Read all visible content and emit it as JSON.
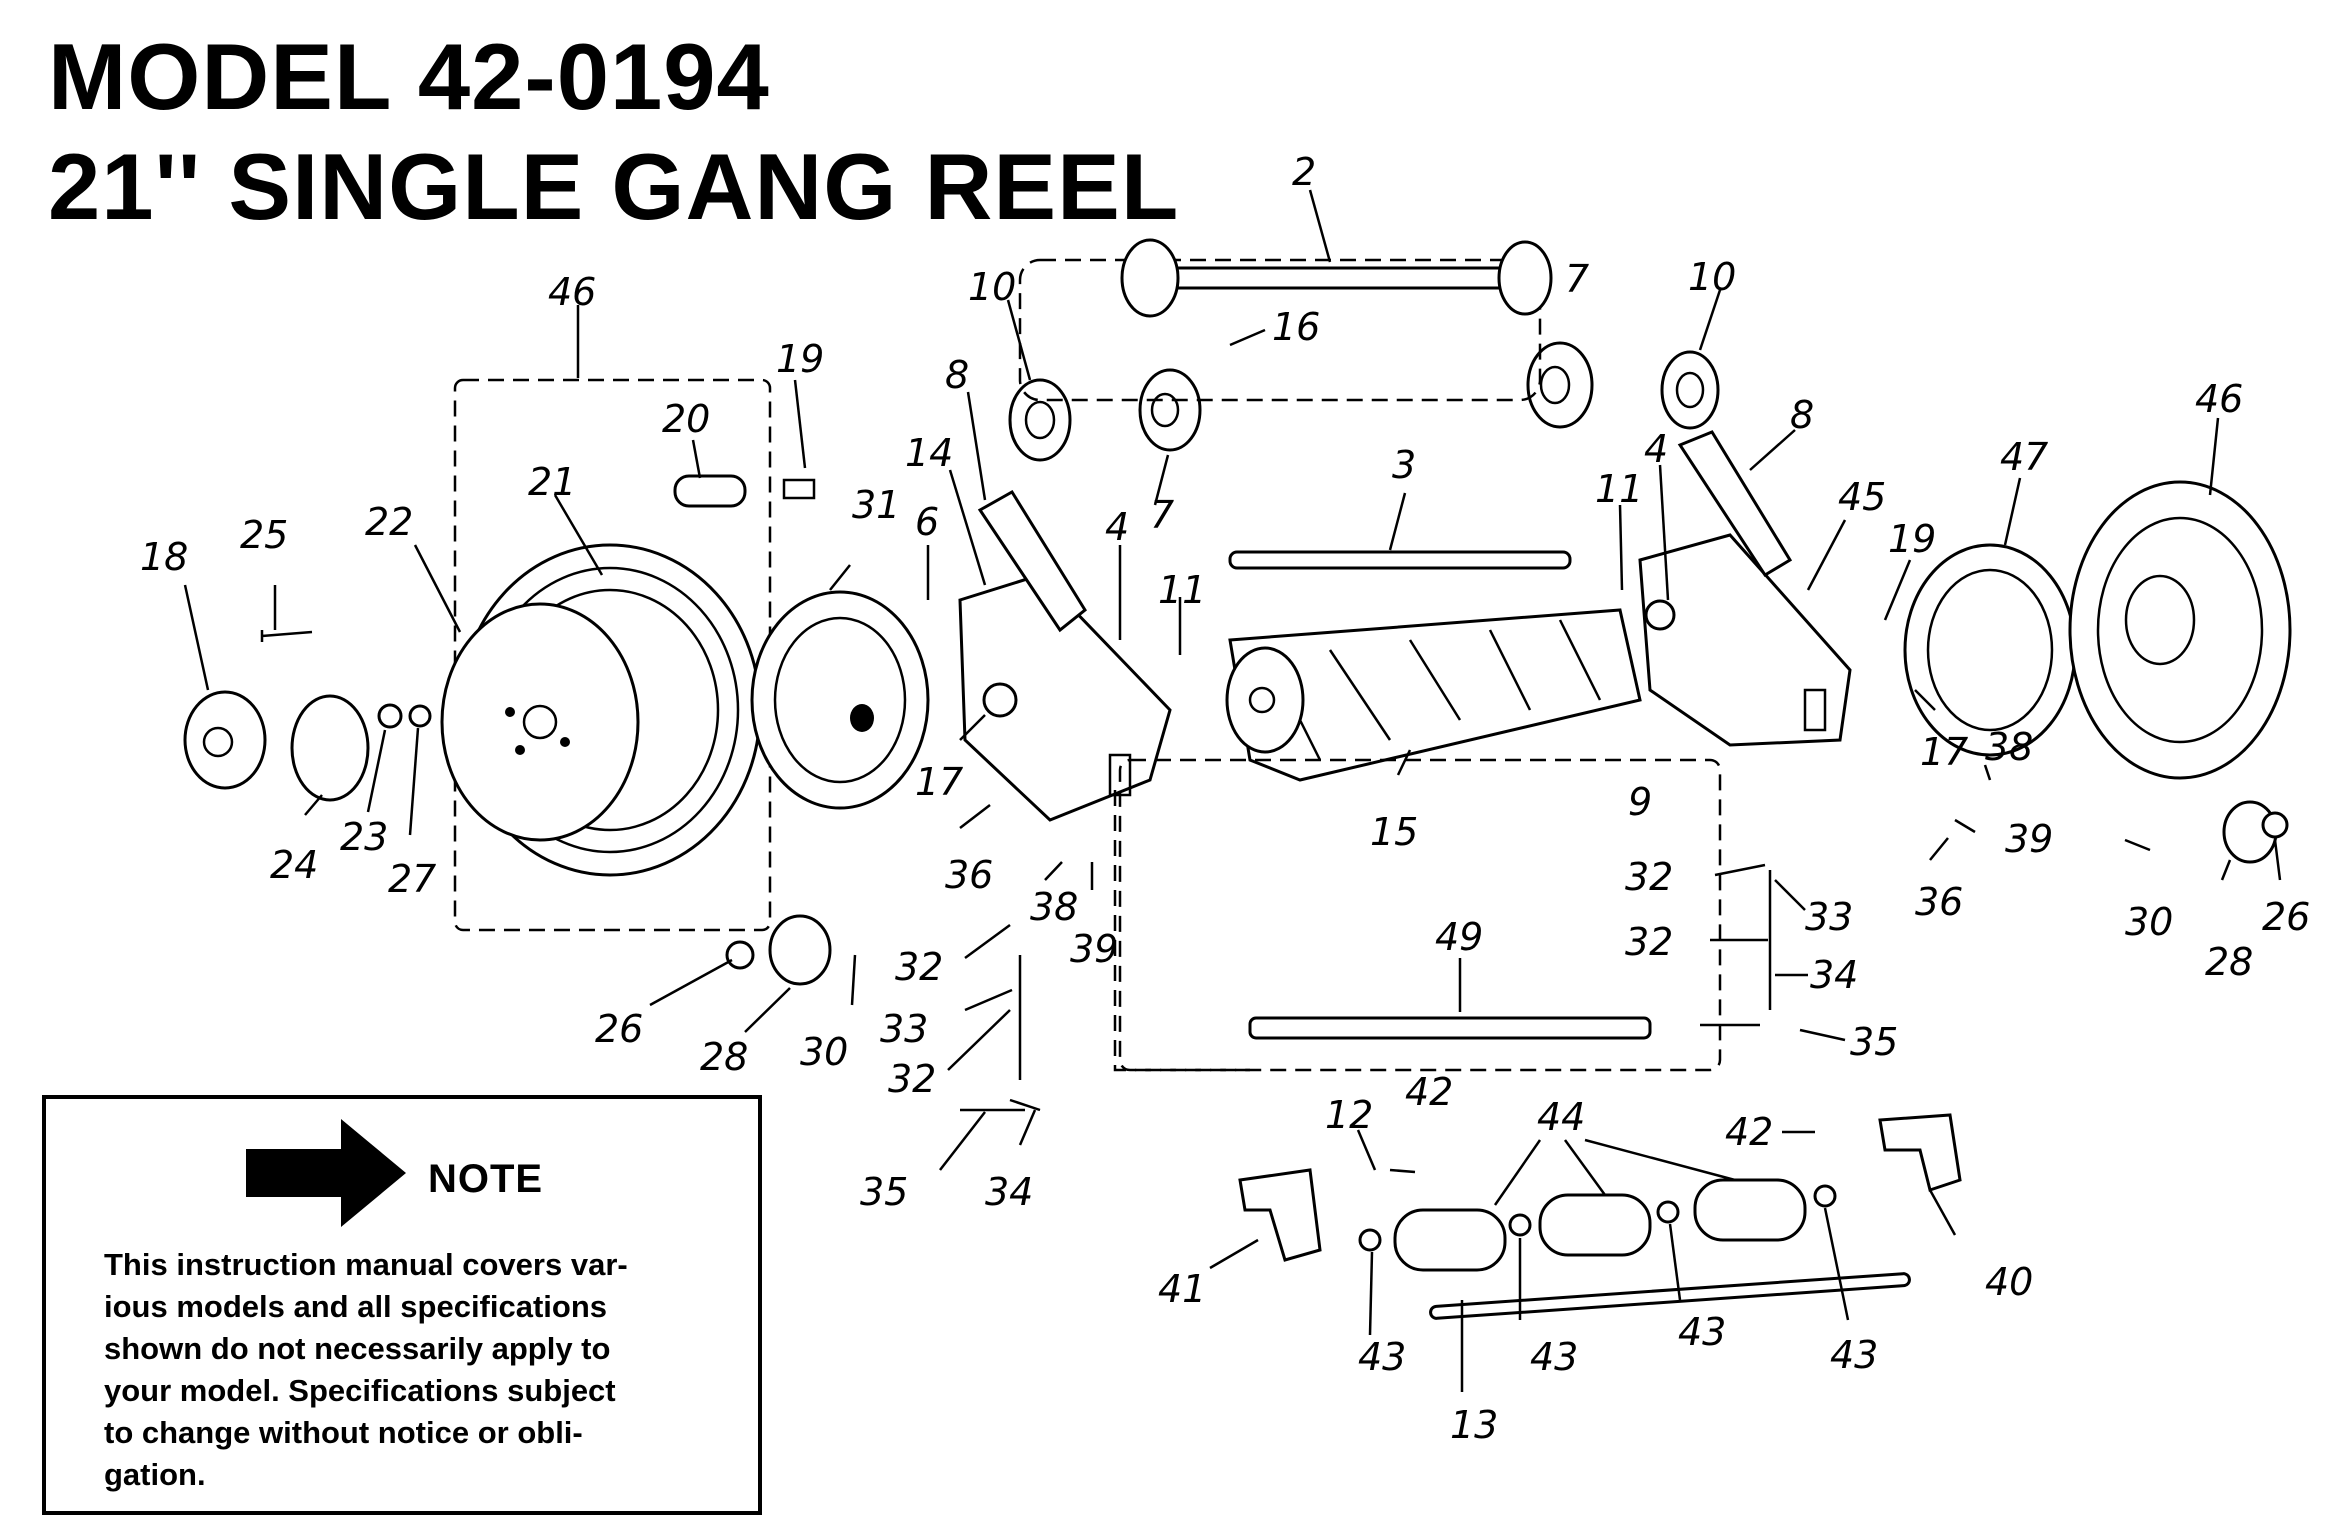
{
  "title": {
    "line1": "MODEL 42-0194",
    "line2": "21'' SINGLE GANG REEL"
  },
  "note": {
    "label": "NOTE",
    "lines": [
      "This instruction manual covers var-",
      "ious models and all specifications",
      "shown do not necessarily apply to",
      "your model. Specifications subject",
      "to change without notice or obli-",
      "gation."
    ]
  },
  "callouts": [
    "2",
    "3",
    "4",
    "4",
    "6",
    "7",
    "7",
    "8",
    "8",
    "9",
    "10",
    "10",
    "11",
    "11",
    "12",
    "13",
    "14",
    "15",
    "16",
    "17",
    "17",
    "18",
    "19",
    "19",
    "20",
    "21",
    "22",
    "23",
    "24",
    "25",
    "26",
    "26",
    "27",
    "28",
    "28",
    "30",
    "30",
    "31",
    "32",
    "32",
    "32",
    "32",
    "33",
    "33",
    "34",
    "34",
    "35",
    "35",
    "36",
    "36",
    "38",
    "38",
    "39",
    "39",
    "40",
    "41",
    "42",
    "42",
    "43",
    "43",
    "43",
    "43",
    "44",
    "45",
    "46",
    "46",
    "47",
    "49"
  ]
}
